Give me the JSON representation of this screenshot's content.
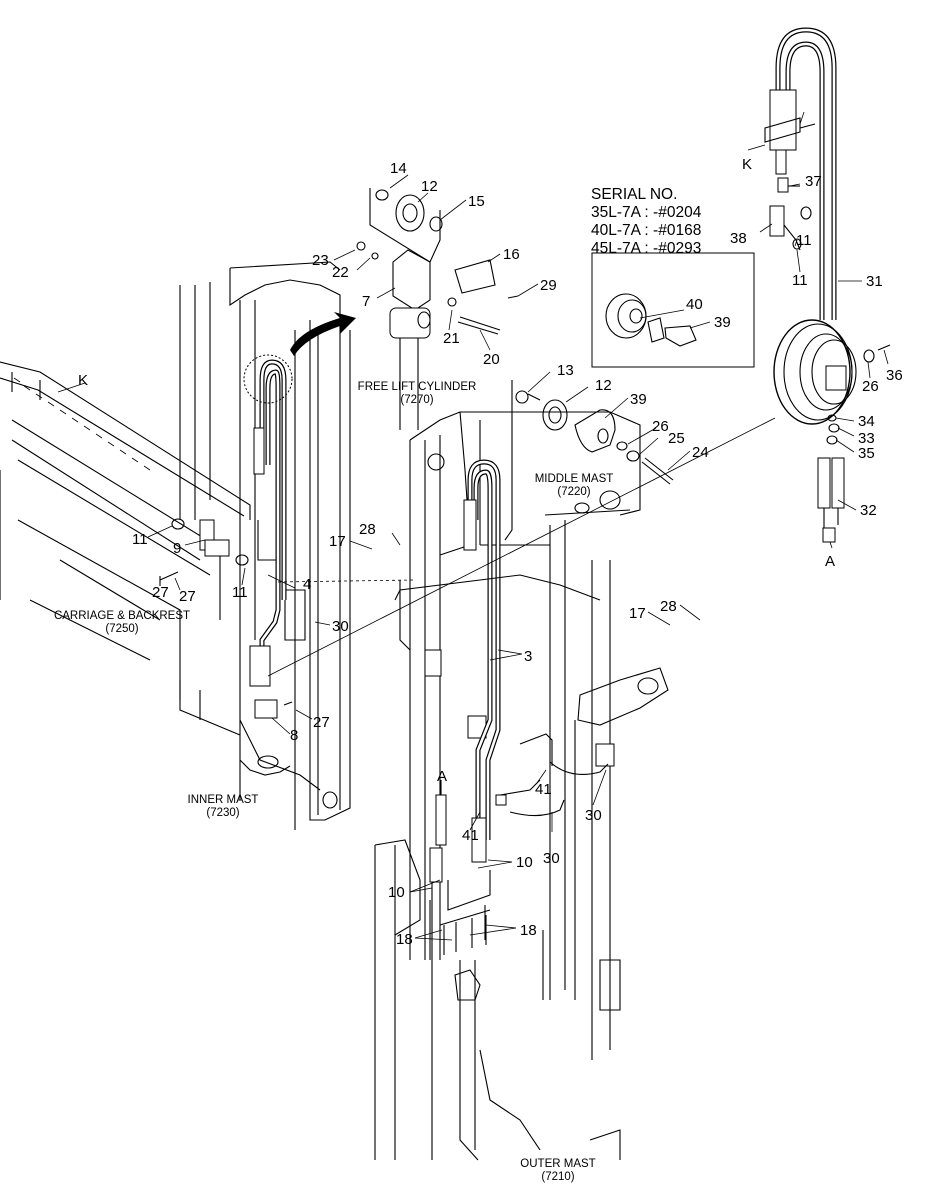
{
  "serial": {
    "heading": "SERIAL NO.",
    "lines": [
      "35L-7A : -#0204",
      "40L-7A : -#0168",
      "45L-7A : -#0293"
    ]
  },
  "assemblies": {
    "free_lift_cylinder": {
      "name": "FREE LIFT CYLINDER",
      "code": "(7270)"
    },
    "middle_mast": {
      "name": "MIDDLE MAST",
      "code": "(7220)"
    },
    "carriage": {
      "name": "CARRIAGE & BACKREST",
      "code": "(7250)"
    },
    "inner_mast": {
      "name": "INNER MAST",
      "code": "(7230)"
    },
    "outer_mast": {
      "name": "OUTER MAST",
      "code": "(7210)"
    }
  },
  "callouts": [
    "14",
    "12",
    "15",
    "23",
    "22",
    "16",
    "29",
    "7",
    "21",
    "20",
    "13",
    "12",
    "39",
    "26",
    "25",
    "24",
    "K",
    "11",
    "9",
    "11",
    "27",
    "17",
    "28",
    "4",
    "30",
    "27",
    "8",
    "3",
    "17",
    "28",
    "A",
    "41",
    "41",
    "30",
    "30",
    "10",
    "10",
    "18",
    "18",
    "27",
    "K",
    "37",
    "38",
    "11",
    "11",
    "31",
    "40",
    "39",
    "26",
    "36",
    "34",
    "33",
    "35",
    "32",
    "A"
  ]
}
